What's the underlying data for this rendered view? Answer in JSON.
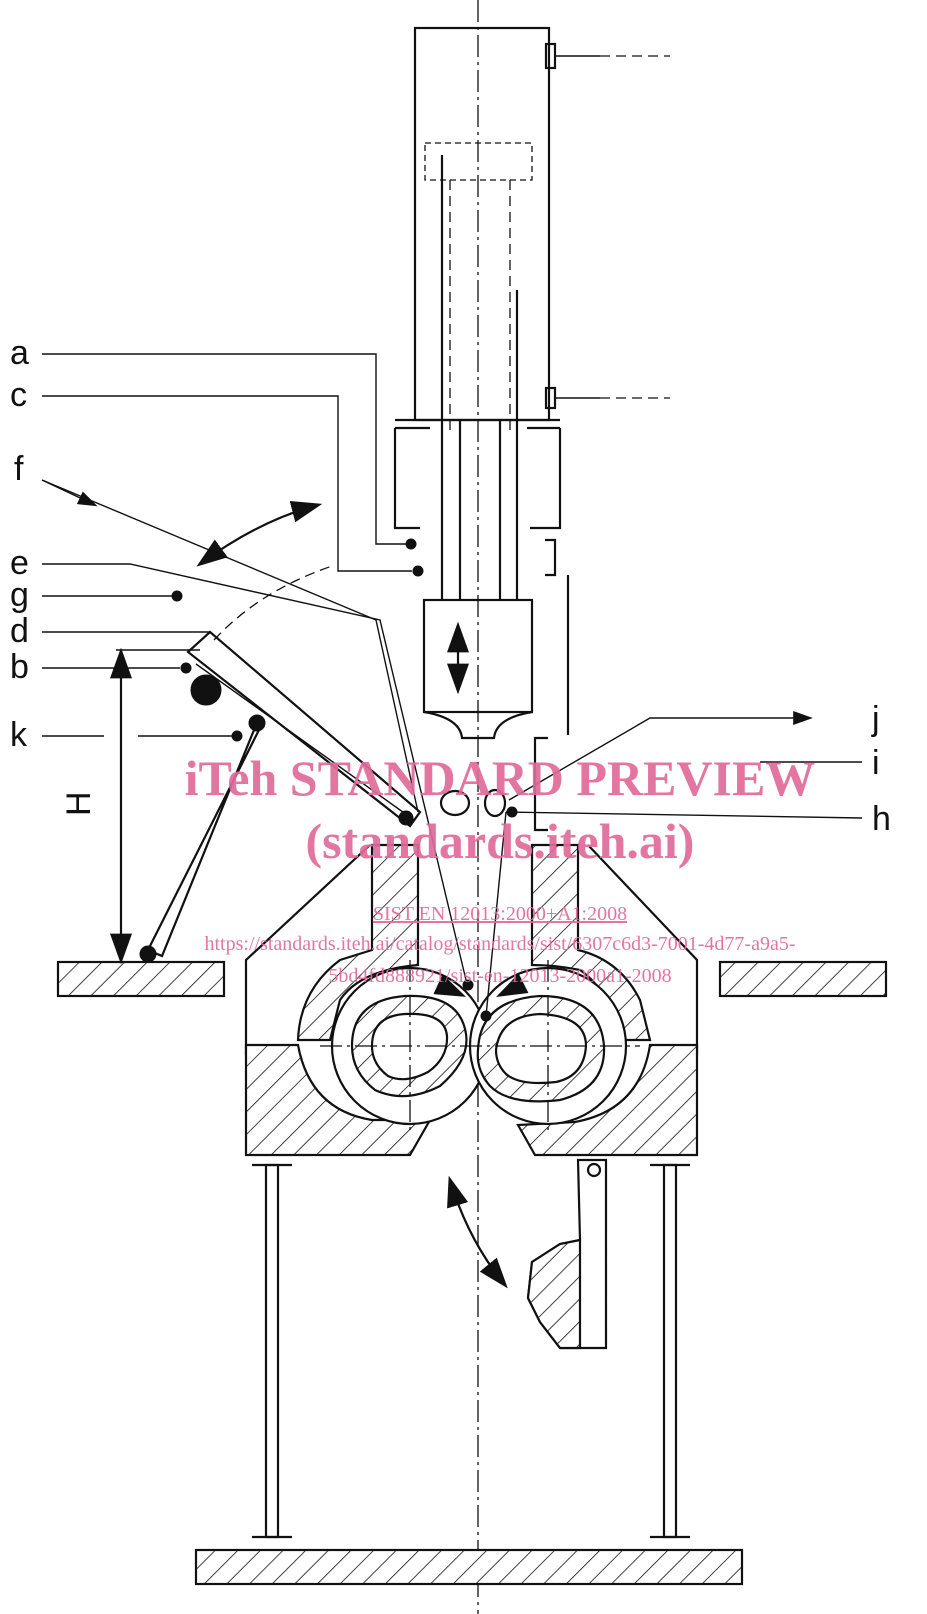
{
  "labels": {
    "a": "a",
    "c": "c",
    "f": "f",
    "e": "e",
    "g": "g",
    "d": "d",
    "b": "b",
    "k": "k",
    "H": "H",
    "j": "j",
    "i": "i",
    "h": "h"
  },
  "watermark": {
    "title": "iTeh STANDARD PREVIEW",
    "site": "(standards.iteh.ai)",
    "standard": "SIST EN 12013:2000+A1:2008",
    "url_line1": "https://standards.iteh.ai/catalog/standards/sist/6307c6d3-7001-4d77-a9a5-",
    "url_line2": "5bd4fd888921/sist-en-12013-2000a1-2008"
  },
  "colors": {
    "line": "#111111",
    "watermark": "#e06b9a",
    "background": "#ffffff"
  }
}
